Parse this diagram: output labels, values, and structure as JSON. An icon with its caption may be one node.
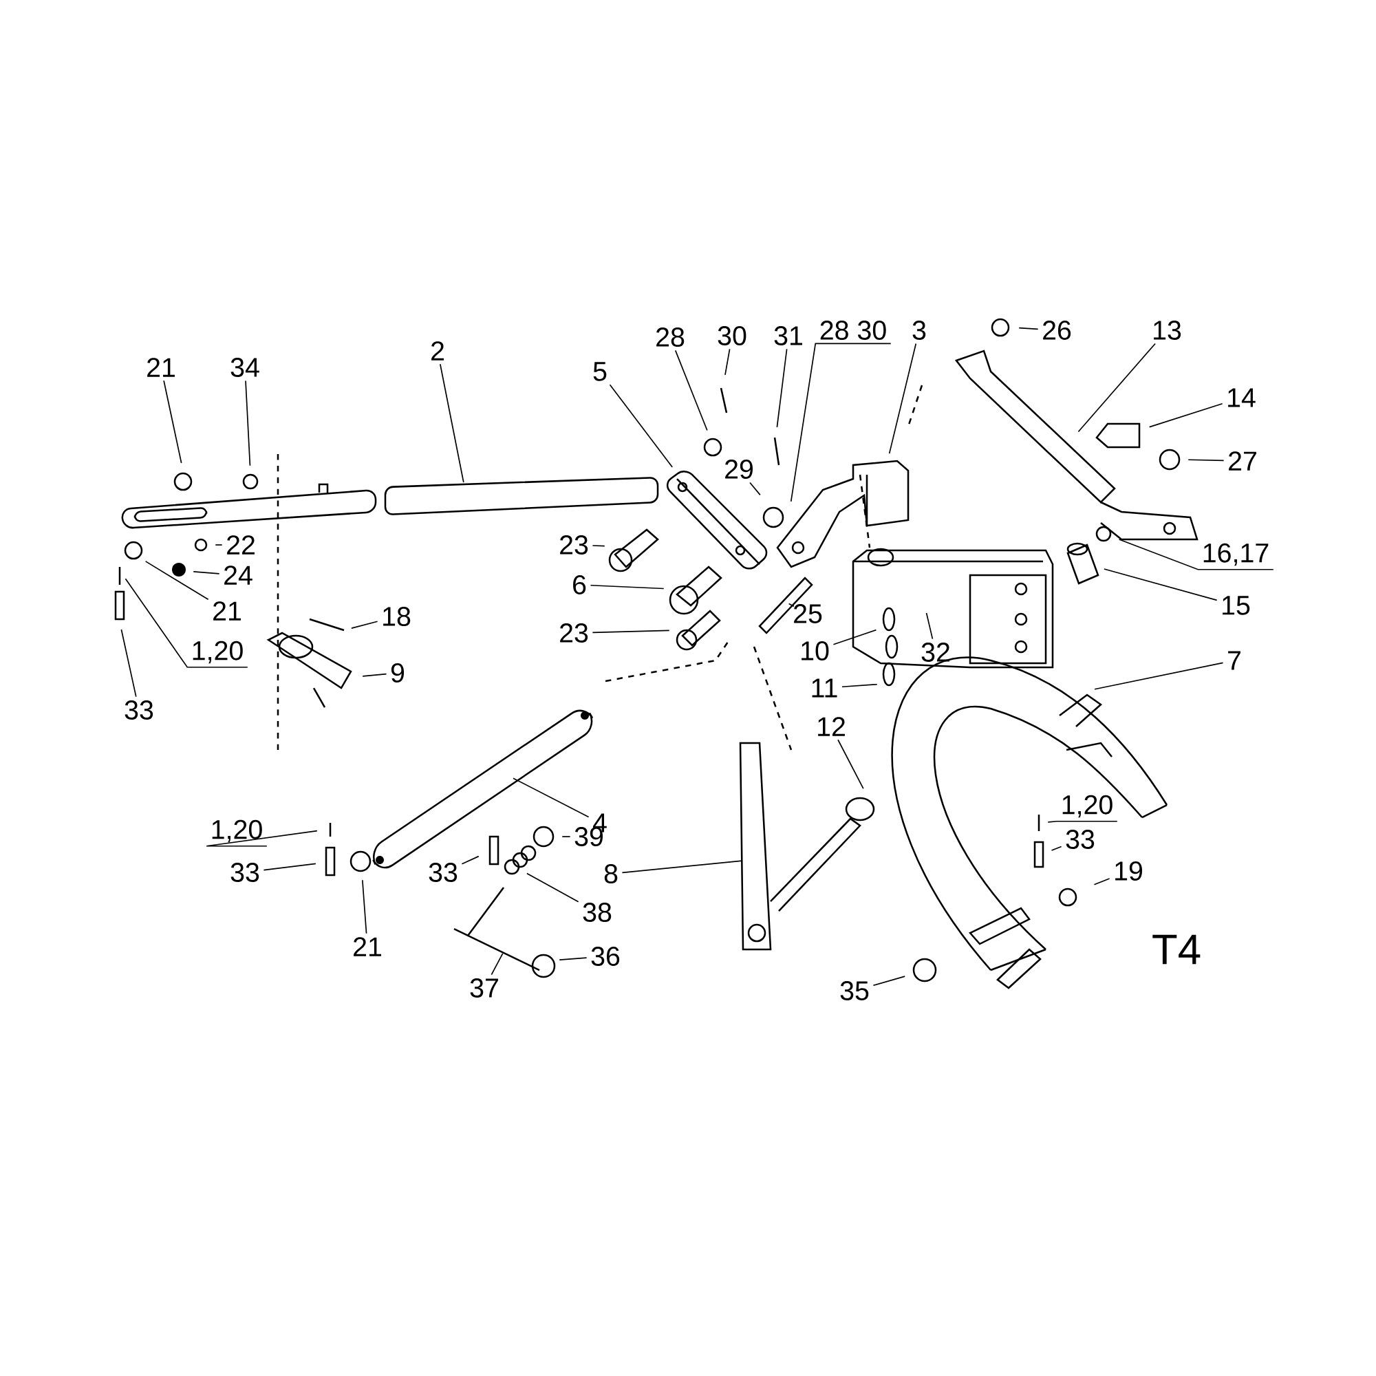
{
  "diagram": {
    "nodes": [
      {
        "text": [
          "21"
        ]
      },
      {
        "text": [
          "34"
        ]
      },
      {
        "text": [
          "2"
        ]
      },
      {
        "text": [
          "5"
        ]
      },
      {
        "text": [
          "28"
        ]
      },
      {
        "text": [
          "30"
        ]
      },
      {
        "text": [
          "31"
        ]
      },
      {
        "text": [
          "28 30"
        ]
      },
      {
        "text": [
          "3"
        ]
      },
      {
        "text": [
          "26"
        ]
      },
      {
        "text": [
          "13"
        ]
      },
      {
        "text": [
          "14"
        ]
      },
      {
        "text": [
          "27"
        ]
      },
      {
        "text": [
          "16,17"
        ]
      },
      {
        "text": [
          "15"
        ]
      },
      {
        "text": [
          "29"
        ]
      },
      {
        "text": [
          "23"
        ]
      },
      {
        "text": [
          "6"
        ]
      },
      {
        "text": [
          "23"
        ]
      },
      {
        "text": [
          "25"
        ]
      },
      {
        "text": [
          "22"
        ]
      },
      {
        "text": [
          "24"
        ]
      },
      {
        "text": [
          "21"
        ]
      },
      {
        "text": [
          "1,20"
        ]
      },
      {
        "text": [
          "33"
        ]
      },
      {
        "text": [
          "18"
        ]
      },
      {
        "text": [
          "9"
        ]
      },
      {
        "text": [
          "10"
        ]
      },
      {
        "text": [
          "32"
        ]
      },
      {
        "text": [
          "11"
        ]
      },
      {
        "text": [
          "12"
        ]
      },
      {
        "text": [
          "7"
        ]
      },
      {
        "text": [
          "4"
        ]
      },
      {
        "text": [
          "1,20"
        ]
      },
      {
        "text": [
          "33"
        ]
      },
      {
        "text": [
          "21"
        ]
      },
      {
        "text": [
          "33"
        ]
      },
      {
        "text": [
          "39"
        ]
      },
      {
        "text": [
          "38"
        ]
      },
      {
        "text": [
          "36"
        ]
      },
      {
        "text": [
          "37"
        ]
      },
      {
        "text": [
          "8"
        ]
      },
      {
        "text": [
          "35"
        ]
      },
      {
        "text": [
          "1,20"
        ]
      },
      {
        "text": [
          "33"
        ]
      },
      {
        "text": [
          "19"
        ]
      }
    ],
    "edges": [
      {
        "from": 0,
        "to": null,
        "arrow": "none"
      },
      {
        "from": 1,
        "to": null,
        "arrow": "none"
      },
      {
        "from": 2,
        "to": null,
        "arrow": "none"
      },
      {
        "from": 3,
        "to": null,
        "arrow": "none"
      },
      {
        "from": 4,
        "to": null,
        "arrow": "none"
      },
      {
        "from": 5,
        "to": null,
        "arrow": "none"
      },
      {
        "from": 6,
        "to": null,
        "arrow": "none"
      },
      {
        "from": 7,
        "to": null,
        "arrow": "none"
      },
      {
        "from": 8,
        "to": null,
        "arrow": "none"
      },
      {
        "from": 9,
        "to": null,
        "arrow": "none"
      },
      {
        "from": 10,
        "to": null,
        "arrow": "none"
      },
      {
        "from": 11,
        "to": null,
        "arrow": "none"
      },
      {
        "from": 12,
        "to": null,
        "arrow": "none"
      },
      {
        "from": 13,
        "to": null,
        "arrow": "none"
      },
      {
        "from": 14,
        "to": null,
        "arrow": "none"
      },
      {
        "from": 15,
        "to": null,
        "arrow": "none"
      },
      {
        "from": 16,
        "to": null,
        "arrow": "none"
      },
      {
        "from": 17,
        "to": null,
        "arrow": "none"
      },
      {
        "from": 18,
        "to": null,
        "arrow": "none"
      },
      {
        "from": 19,
        "to": null,
        "arrow": "none"
      },
      {
        "from": 20,
        "to": null,
        "arrow": "none"
      },
      {
        "from": 21,
        "to": null,
        "arrow": "none"
      },
      {
        "from": 22,
        "to": null,
        "arrow": "none"
      },
      {
        "from": 23,
        "to": null,
        "arrow": "none"
      },
      {
        "from": 24,
        "to": null,
        "arrow": "none"
      },
      {
        "from": 25,
        "to": null,
        "arrow": "none"
      },
      {
        "from": 26,
        "to": null,
        "arrow": "none"
      },
      {
        "from": 27,
        "to": null,
        "arrow": "none"
      },
      {
        "from": 28,
        "to": null,
        "arrow": "none"
      },
      {
        "from": 29,
        "to": null,
        "arrow": "none"
      },
      {
        "from": 30,
        "to": null,
        "arrow": "none"
      },
      {
        "from": 31,
        "to": null,
        "arrow": "none"
      },
      {
        "from": 32,
        "to": null,
        "arrow": "none"
      },
      {
        "from": 33,
        "to": null,
        "arrow": "none"
      },
      {
        "from": 34,
        "to": null,
        "arrow": "none"
      },
      {
        "from": 35,
        "to": null,
        "arrow": "none"
      },
      {
        "from": 36,
        "to": null,
        "arrow": "none"
      },
      {
        "from": 37,
        "to": null,
        "arrow": "none"
      },
      {
        "from": 38,
        "to": null,
        "arrow": "none"
      },
      {
        "from": 39,
        "to": null,
        "arrow": "none"
      },
      {
        "from": 40,
        "to": null,
        "arrow": "none"
      },
      {
        "from": 41,
        "to": null,
        "arrow": "none"
      },
      {
        "from": 42,
        "to": null,
        "arrow": "none"
      },
      {
        "from": 43,
        "to": null,
        "arrow": "none"
      },
      {
        "from": 44,
        "to": null,
        "arrow": "none"
      },
      {
        "from": 45,
        "to": null,
        "arrow": "none"
      }
    ],
    "labels": [
      "T4"
    ]
  }
}
